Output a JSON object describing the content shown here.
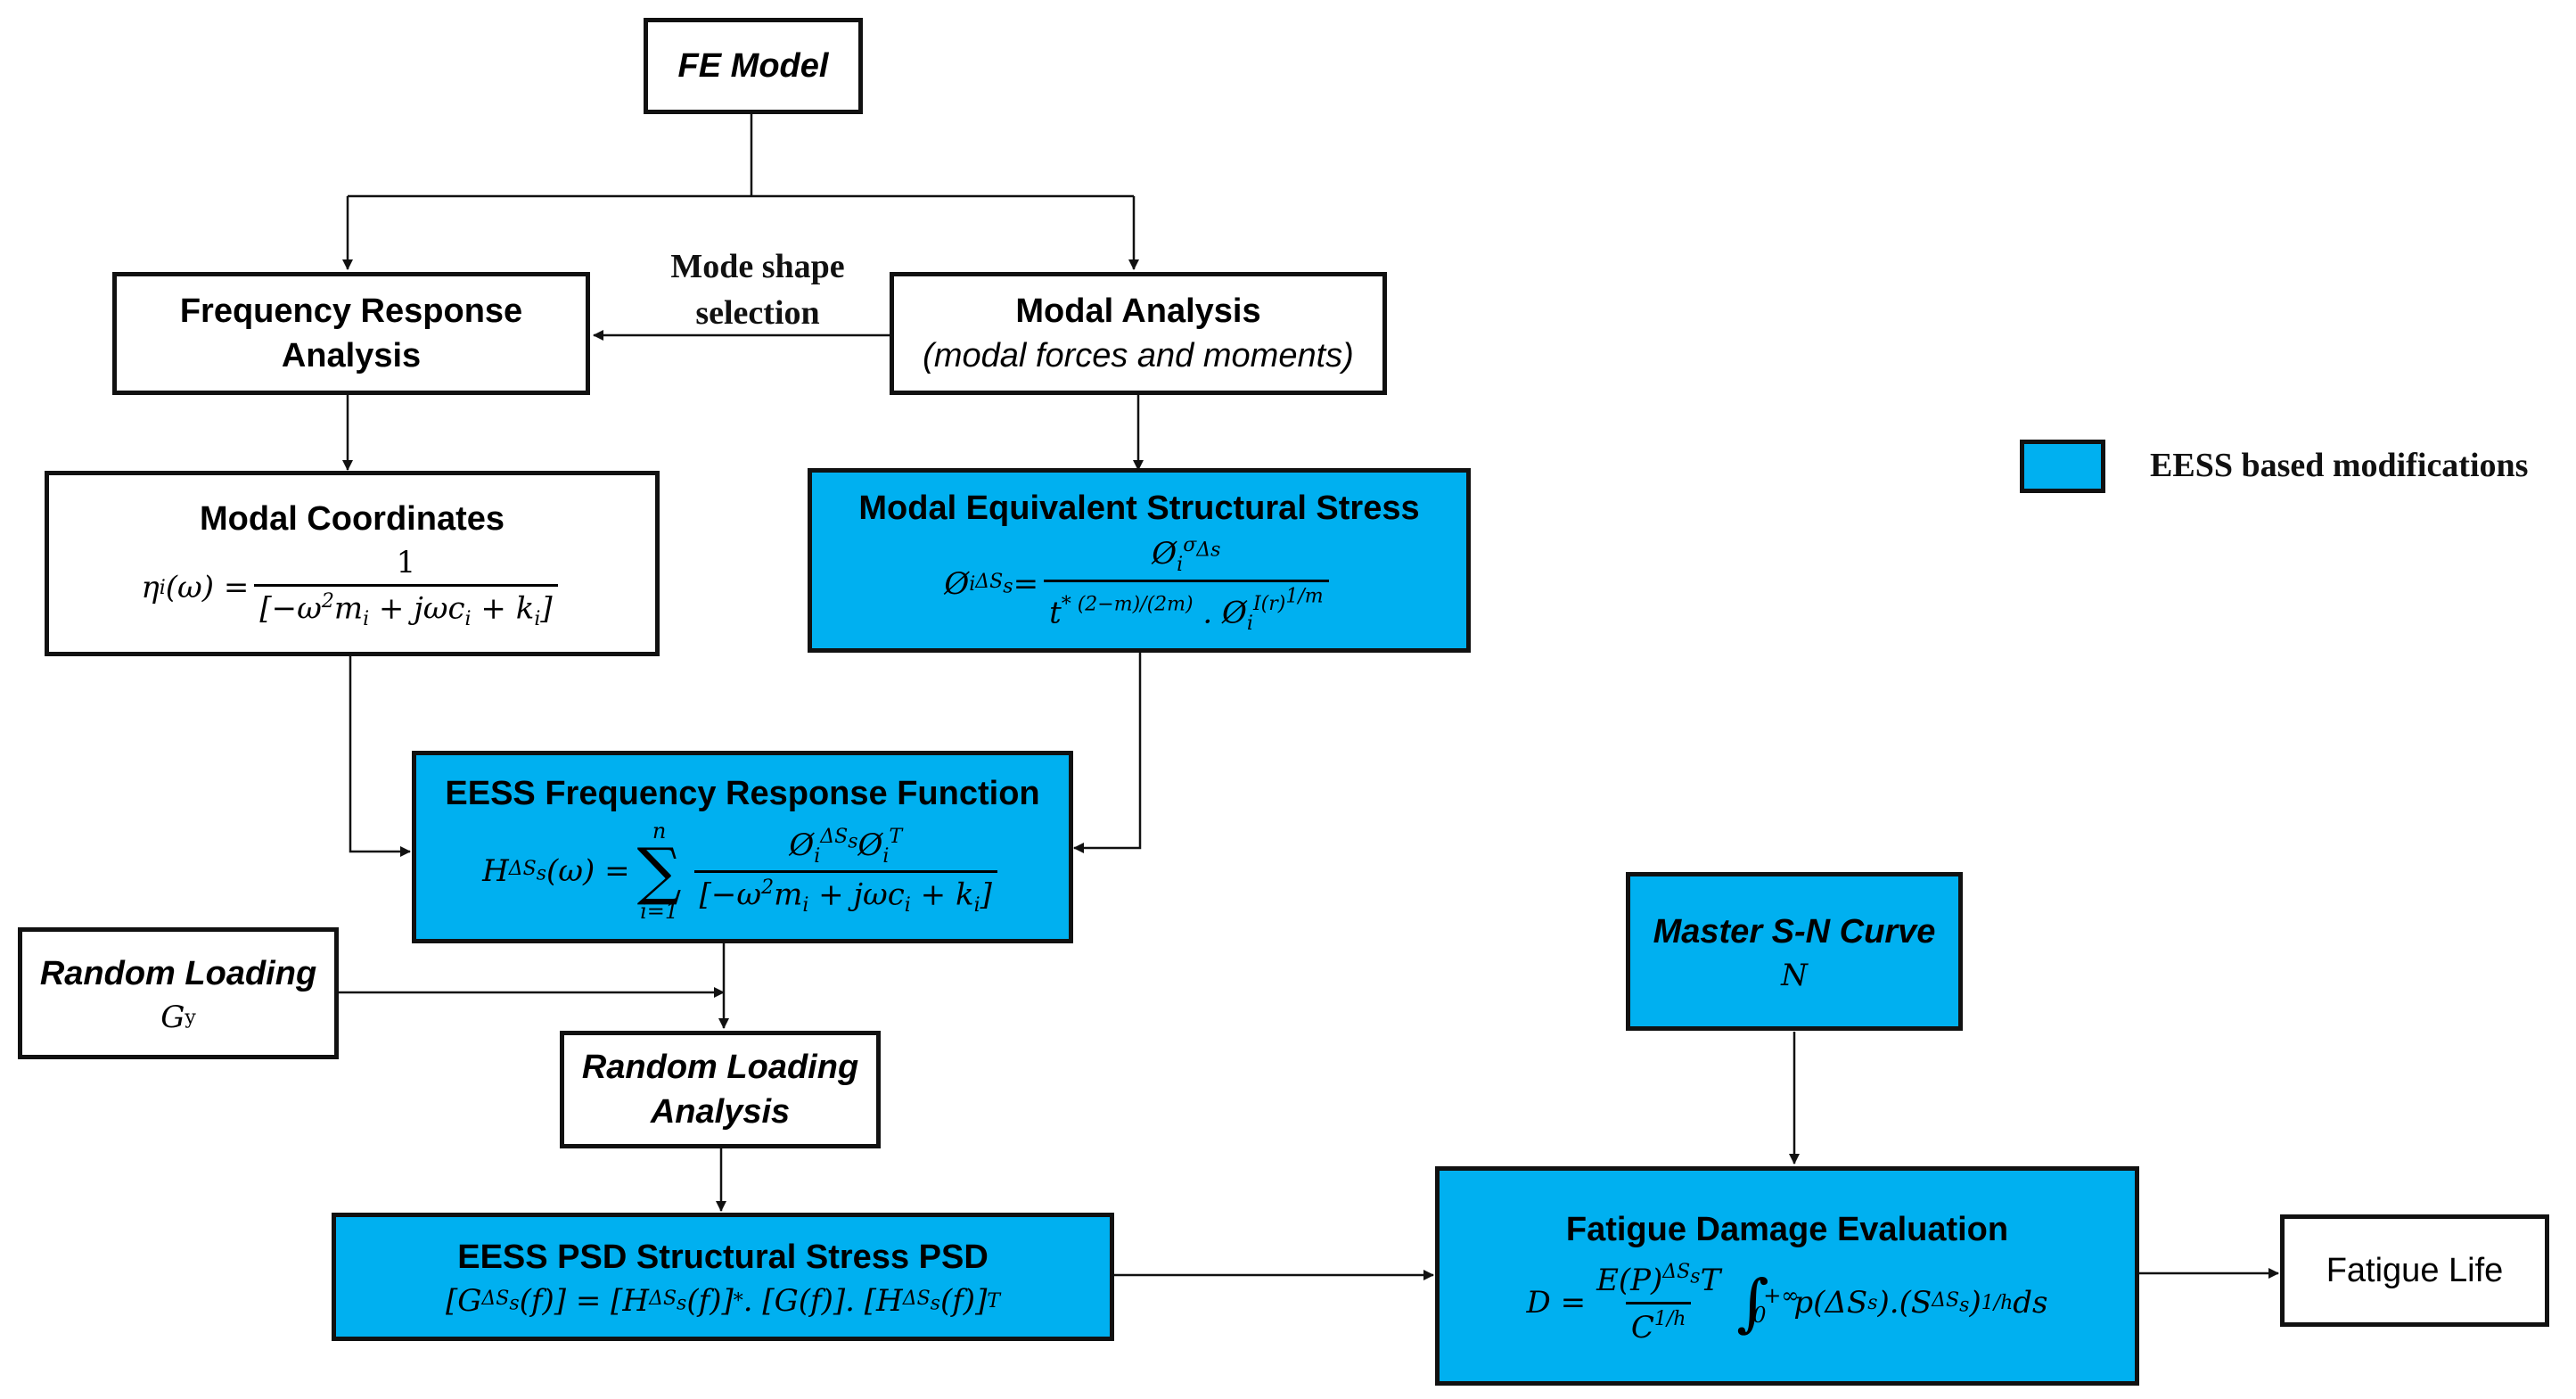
{
  "colors": {
    "highlight": "#00b0f0",
    "border": "#111111",
    "background": "#ffffff"
  },
  "nodes": {
    "fe_model": {
      "title": "FE Model"
    },
    "frequency_response": {
      "title_line1": "Frequency  Response",
      "title_line2": "Analysis"
    },
    "modal_analysis": {
      "title": "Modal Analysis",
      "subtitle": "(modal forces and moments)"
    },
    "modal_coordinates": {
      "title": "Modal Coordinates"
    },
    "modal_eess": {
      "title": "Modal Equivalent Structural Stress"
    },
    "eess_frf": {
      "title": "EESS Frequency Response Function"
    },
    "random_loading": {
      "title": "Random Loading"
    },
    "random_loading_analysis": {
      "title_line1": "Random Loading",
      "title_line2": "Analysis"
    },
    "master_sn": {
      "title": "Master  S-N Curve",
      "symbol": "N"
    },
    "eess_psd": {
      "title": "EESS PSD Structural Stress PSD"
    },
    "fatigue_damage": {
      "title": "Fatigue Damage Evaluation"
    },
    "fatigue_life": {
      "title": "Fatigue Life"
    }
  },
  "edge_label": {
    "line1": "Mode shape",
    "line2": "selection"
  },
  "legend": {
    "label": "EESS based modifications"
  }
}
